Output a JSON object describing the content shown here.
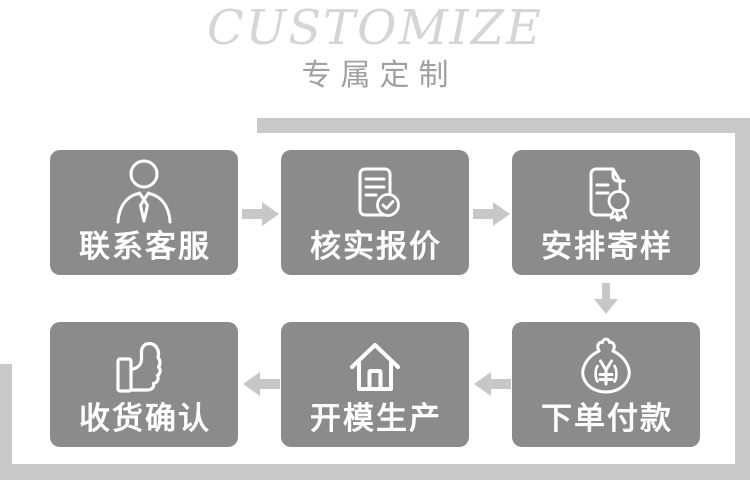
{
  "header": {
    "title": "CUSTOMIZE",
    "subtitle": "专属定制"
  },
  "steps": [
    {
      "label": "联系客服",
      "icon": "customer-service-person-icon"
    },
    {
      "label": "核实报价",
      "icon": "document-check-icon"
    },
    {
      "label": "安排寄样",
      "icon": "document-award-icon"
    },
    {
      "label": "下单付款",
      "icon": "money-bag-yuan-icon"
    },
    {
      "label": "开模生产",
      "icon": "house-production-icon"
    },
    {
      "label": "收货确认",
      "icon": "thumbs-up-icon"
    }
  ],
  "flow": {
    "order": [
      "联系客服",
      "核实报价",
      "安排寄样",
      "下单付款",
      "开模生产",
      "收货确认"
    ],
    "arrows": [
      {
        "from": "联系客服",
        "to": "核实报价",
        "direction": "right"
      },
      {
        "from": "核实报价",
        "to": "安排寄样",
        "direction": "right"
      },
      {
        "from": "安排寄样",
        "to": "下单付款",
        "direction": "down"
      },
      {
        "from": "下单付款",
        "to": "开模生产",
        "direction": "left"
      },
      {
        "from": "开模生产",
        "to": "收货确认",
        "direction": "left"
      }
    ]
  },
  "colors": {
    "box_background": "#8b8b8b",
    "frame_and_arrows": "#c9c9c9",
    "title_text": "#d5d5d5",
    "subtitle_text": "#a0a0a0",
    "box_text": "#ffffff",
    "page_background": "#ffffff"
  }
}
